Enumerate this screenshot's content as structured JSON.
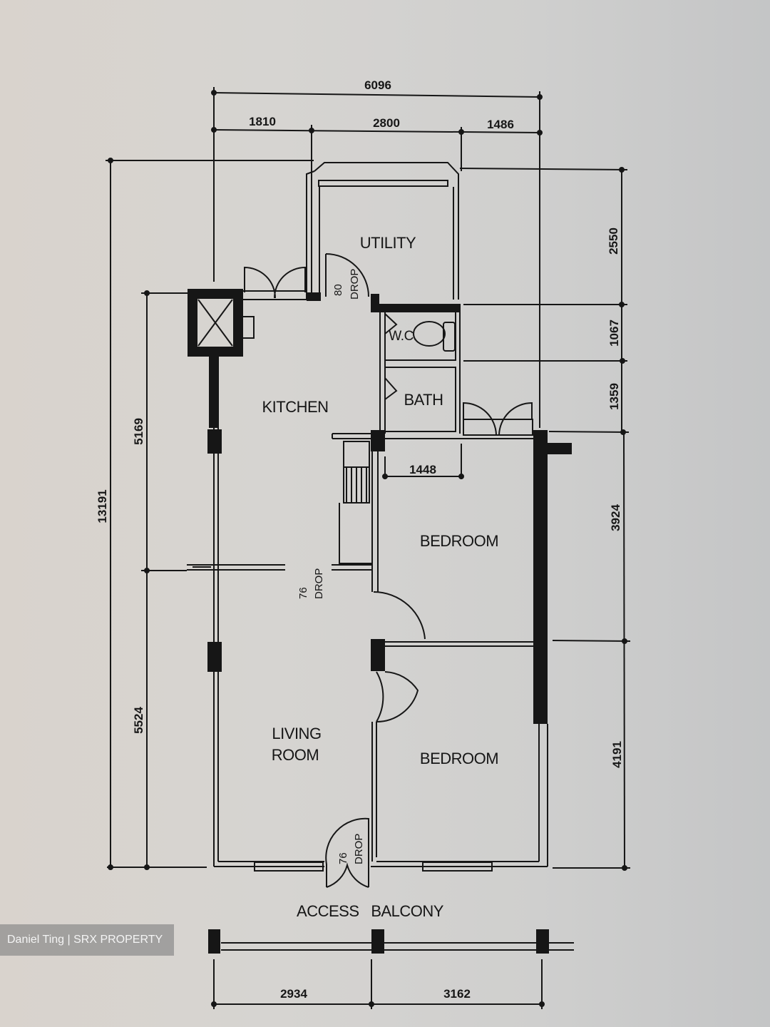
{
  "plan": {
    "rooms": {
      "utility": "UTILITY",
      "wc": "W.C.",
      "bath": "BATH",
      "kitchen": "KITCHEN",
      "bedroom_1": "BEDROOM",
      "bedroom_2": "BEDROOM",
      "living_1": "LIVING",
      "living_2": "ROOM",
      "access_balcony": "ACCESS   BALCONY"
    },
    "drops": {
      "utility_drop_value": "80",
      "utility_drop_label": "DROP",
      "living_drop_value": "76",
      "living_drop_label": "DROP",
      "entrance_drop_value": "76",
      "entrance_drop_label": "DROP"
    },
    "dimensions": {
      "top_total": "6096",
      "top_left": "1810",
      "top_mid": "2800",
      "top_right": "1486",
      "left_total": "13191",
      "left_upper": "5169",
      "left_lower": "5524",
      "right_utility": "2550",
      "right_wc": "1067",
      "right_bath": "1359",
      "right_bedroom1": "3924",
      "right_bedroom2": "4191",
      "inner_bedroom_width": "1448",
      "bottom_left": "2934",
      "bottom_right": "3162"
    }
  },
  "watermark": {
    "text": "Daniel Ting | SRX PROPERTY"
  }
}
